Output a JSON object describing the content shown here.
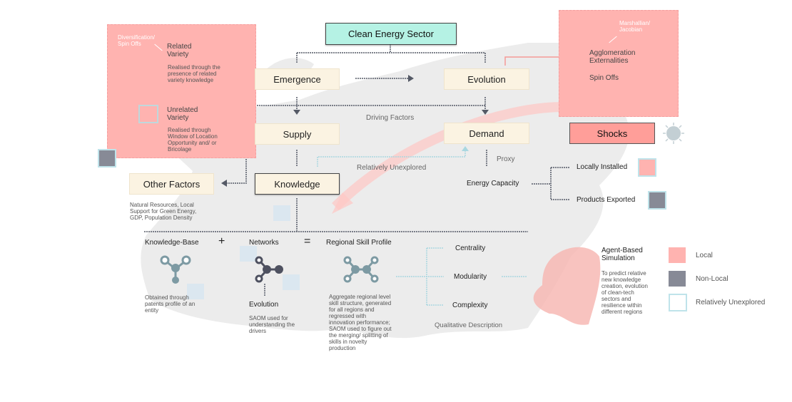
{
  "colors": {
    "local": "#ffb3b0",
    "non_local": "#878a96",
    "unexplored": "#bfe3ea",
    "node_fill": "#fbf3e2",
    "header_fill": "#b5f2e4",
    "shocks_fill": "#ff9e99",
    "connector": "#555a66"
  },
  "header": {
    "title": "Clean Energy Sector"
  },
  "nodes": {
    "emergence": "Emergence",
    "evolution": "Evolution",
    "supply": "Supply",
    "demand": "Demand",
    "knowledge": "Knowledge",
    "other_factors": "Other Factors",
    "shocks": "Shocks"
  },
  "labels": {
    "driving_factors": "Driving Factors",
    "relatively_unexplored": "Relatively Unexplored",
    "proxy": "Proxy",
    "energy_capacity": "Energy Capacity",
    "locally_installed": "Locally Installed",
    "products_exported": "Products Exported",
    "other_factors_desc": [
      "Natural Resources, Local",
      "Support for Green Energy,",
      "GDP, Population Density"
    ]
  },
  "left_box": {
    "diversification": [
      "Diversification/",
      "Spin Offs"
    ],
    "related_title": [
      "Related",
      "Variety"
    ],
    "related_desc": [
      "Realised through the",
      "presence of related",
      "variety knowledge"
    ],
    "unrelated_title": [
      "Unrelated",
      "Variety"
    ],
    "unrelated_desc": [
      "Realised through",
      "Window of Location",
      "Opportunity and/ or",
      "Bricolage"
    ]
  },
  "right_box": {
    "marshallian": [
      "Marshallian/",
      "Jacobian"
    ],
    "agglomeration": [
      "Agglomeration",
      "Externalities"
    ],
    "spin_offs": "Spin Offs"
  },
  "bottom": {
    "knowledge_base": "Knowledge-Base",
    "plus": "+",
    "networks": "Networks",
    "equals": "=",
    "regional_skill": "Regional Skill Profile",
    "kb_desc": [
      "Obtained through",
      "patents profile of an",
      "entity"
    ],
    "evolution": "Evolution",
    "evolution_desc": [
      "SAOM used for",
      "understanding the",
      "drivers"
    ],
    "rsp_desc": [
      "Aggregate regional level",
      "skill structure, generated",
      "for all regions and",
      "regressed with",
      "innovation performance;",
      "SAOM used to figure out",
      "the merging/ splitting of",
      "skills in novelty",
      "production"
    ],
    "centrality": "Centrality",
    "modularity": "Modularity",
    "complexity": "Complexity",
    "qualitative": "Qualitative Description",
    "abs_title": [
      "Agent-Based",
      "Simulation"
    ],
    "abs_desc": [
      "To predict relative",
      "new knowledge",
      "creation, evolution",
      "of clean-tech",
      "sectors and",
      "resilience within",
      "different regions"
    ]
  },
  "legend": [
    {
      "label": "Local",
      "type": "local"
    },
    {
      "label": "Non-Local",
      "type": "non_local"
    },
    {
      "label": "Relatively Unexplored",
      "type": "unexplored"
    }
  ]
}
